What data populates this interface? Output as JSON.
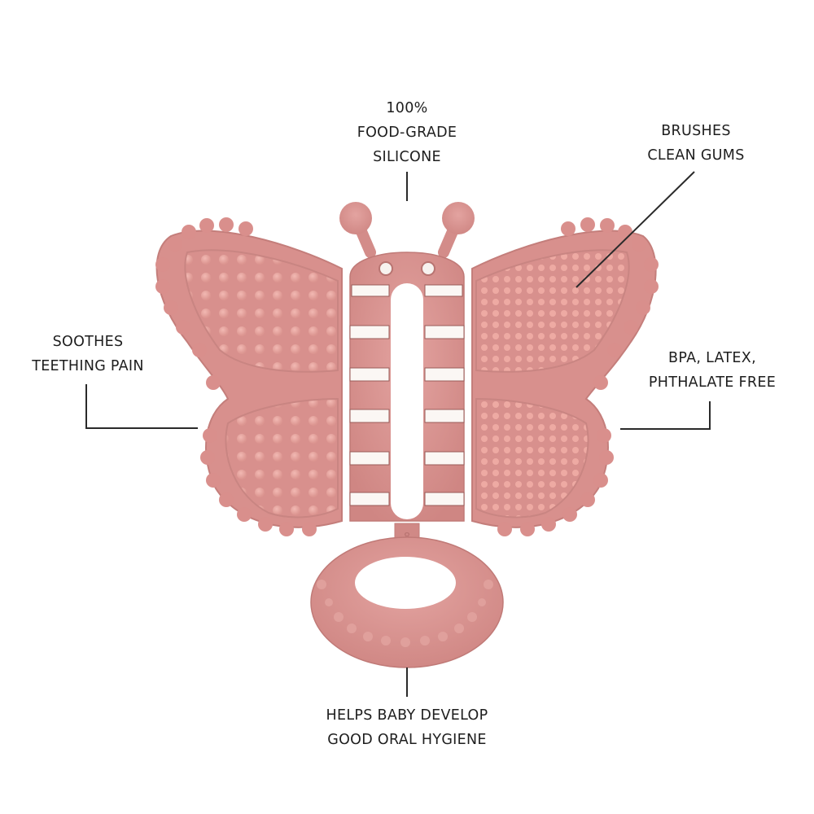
{
  "product": {
    "name": "butterfly-teether",
    "color": "#d98f8f",
    "highlight_color": "#e8a8a4",
    "stripe_color": "#fbf7f4"
  },
  "callouts": [
    {
      "id": "material",
      "lines": [
        "100%",
        "FOOD-GRADE",
        "SILICONE"
      ]
    },
    {
      "id": "brushes",
      "lines": [
        "BRUSHES",
        "CLEAN GUMS"
      ]
    },
    {
      "id": "soothes",
      "lines": [
        "SOOTHES",
        "TEETHING PAIN"
      ]
    },
    {
      "id": "bpa-free",
      "lines": [
        "BPA, LATEX,",
        "PHTHALATE FREE"
      ]
    },
    {
      "id": "hygiene",
      "lines": [
        "HELPS BABY DEVELOP",
        "GOOD ORAL HYGIENE"
      ]
    }
  ],
  "colors": {
    "background": "#ffffff",
    "text": "#1e1e1e",
    "leader_line": "#2a2a2a"
  }
}
